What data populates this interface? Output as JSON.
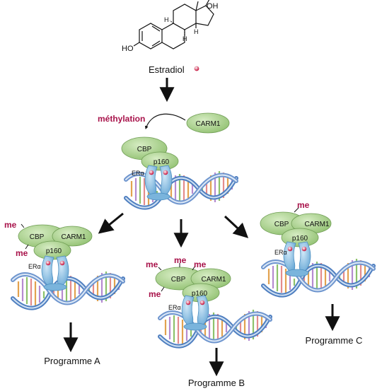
{
  "molecule": {
    "hydroxyl_top": "OH",
    "hydroxyl_left": "HO",
    "h_labels": [
      "H",
      "H",
      "H"
    ],
    "name": "Estradiol"
  },
  "methylation": {
    "label": "méthylation",
    "enzyme": "CARM1"
  },
  "proteins": {
    "cbp": "CBP",
    "p160": "p160",
    "carm1": "CARM1",
    "receptor_prefix": "ER",
    "receptor_greek": "α",
    "methyl_mark": "me"
  },
  "programmes": {
    "a": "Programme A",
    "b": "Programme B",
    "c": "Programme C"
  },
  "colors": {
    "accent": "#a8124a",
    "protein_fill": "#a9cf8a",
    "protein_stroke": "#6f9d54",
    "receptor": "#7fb8df",
    "dna_backbone": "#5a86c4",
    "dna_light": "#cfe0f2",
    "text": "#1a1a1a"
  }
}
